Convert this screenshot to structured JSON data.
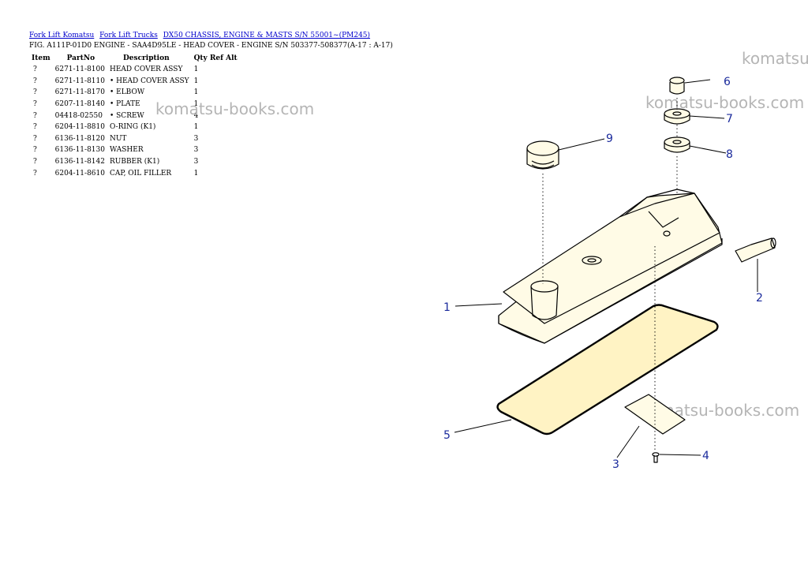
{
  "breadcrumb": [
    {
      "label": "Fork Lift Komatsu"
    },
    {
      "label": "Fork Lift Trucks"
    },
    {
      "label": "DX50 CHASSIS, ENGINE & MASTS S/N 55001~(PM245)"
    }
  ],
  "fig_title": "FIG. A111P-01D0 ENGINE - SAA4D95LE - HEAD COVER - ENGINE S/N 503377-508377(A-17 : A-17)",
  "table": {
    "headers": {
      "item": "Item",
      "partno": "PartNo",
      "description": "Description",
      "qty": "Qty",
      "ref": "Ref",
      "alt": "Alt"
    },
    "rows": [
      {
        "item": "?",
        "partno": "6271-11-8100",
        "description": "HEAD COVER ASSY",
        "qty": "1"
      },
      {
        "item": "?",
        "partno": "6271-11-8110",
        "description": "• HEAD COVER ASSY",
        "qty": "1"
      },
      {
        "item": "?",
        "partno": "6271-11-8170",
        "description": "• ELBOW",
        "qty": "1"
      },
      {
        "item": "?",
        "partno": "6207-11-8140",
        "description": "• PLATE",
        "qty": "1"
      },
      {
        "item": "?",
        "partno": "04418-02550",
        "description": "• SCREW",
        "qty": "4"
      },
      {
        "item": "?",
        "partno": "6204-11-8810",
        "description": "O-RING (K1)",
        "qty": "1"
      },
      {
        "item": "?",
        "partno": "6136-11-8120",
        "description": "NUT",
        "qty": "3"
      },
      {
        "item": "?",
        "partno": "6136-11-8130",
        "description": "WASHER",
        "qty": "3"
      },
      {
        "item": "?",
        "partno": "6136-11-8142",
        "description": "RUBBER (K1)",
        "qty": "3"
      },
      {
        "item": "?",
        "partno": "6204-11-8610",
        "description": "CAP, OIL FILLER",
        "qty": "1"
      }
    ]
  },
  "watermarks": [
    "komatsu-books.com",
    "komatsu",
    "komatsu-books.com",
    "komatsu-books.com"
  ],
  "diagram": {
    "callouts": [
      "1",
      "2",
      "3",
      "4",
      "5",
      "6",
      "7",
      "8",
      "9"
    ],
    "colors": {
      "callout": "#1a2a9c",
      "linework": "#000000",
      "part_fill": "#fffbe6",
      "gasket_fill": "#fff3c4"
    }
  }
}
